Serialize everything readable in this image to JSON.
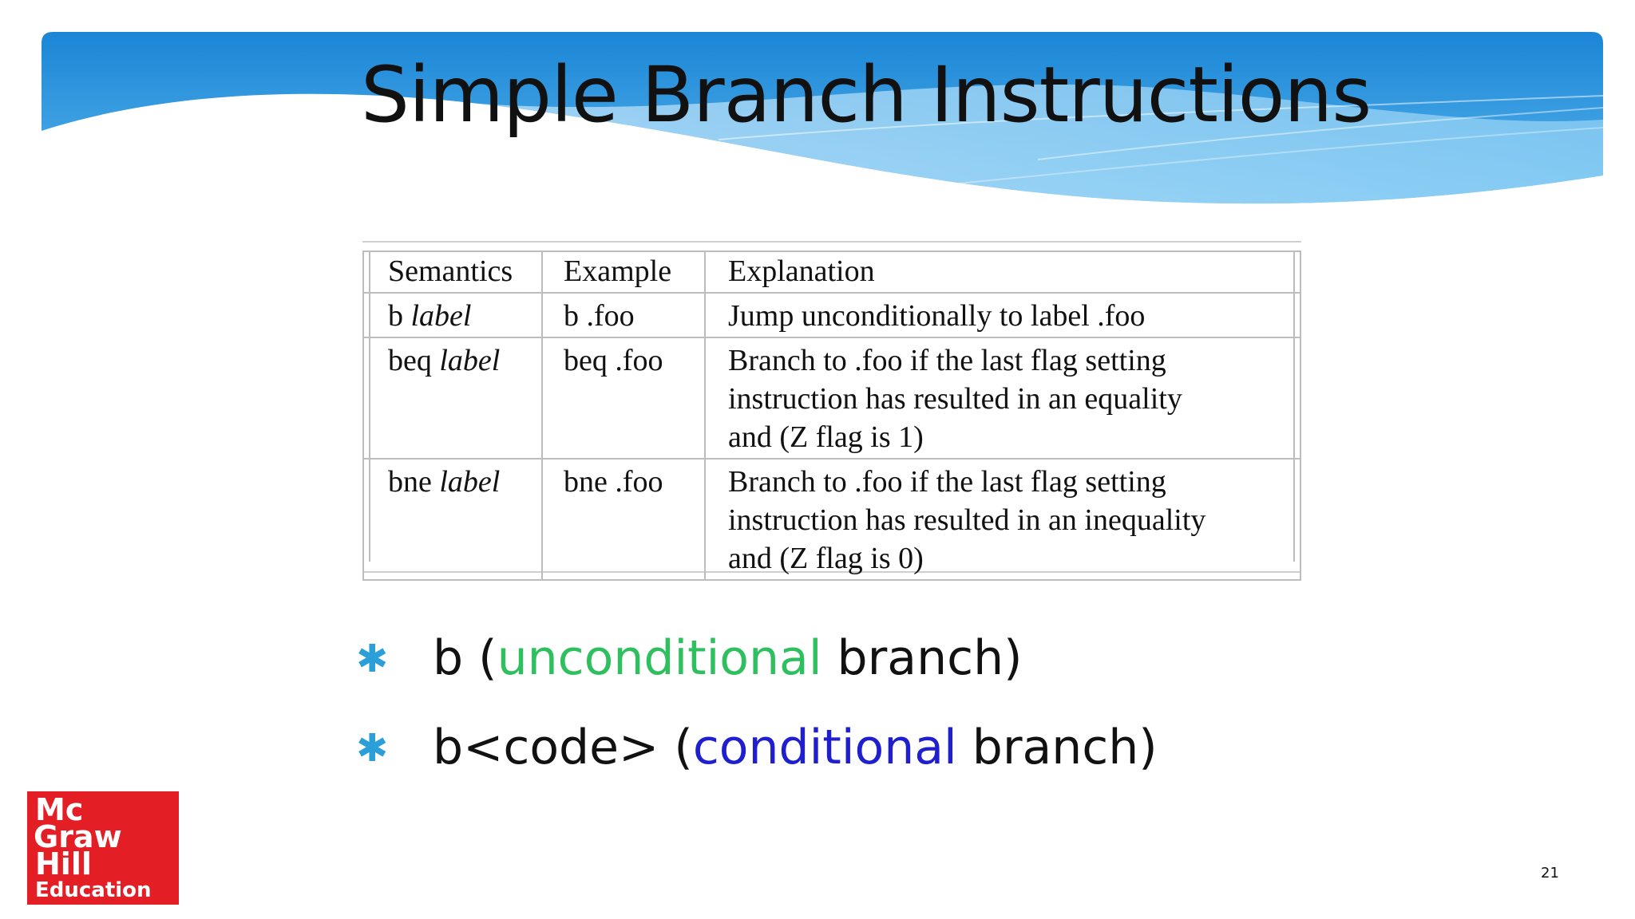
{
  "slide": {
    "title": "Simple Branch Instructions",
    "page_number": "21"
  },
  "table": {
    "headers": [
      "Semantics",
      "Example",
      "Explanation"
    ],
    "rows": [
      {
        "semantics_op": "b",
        "semantics_arg": "label",
        "example": "b .foo",
        "explanation": [
          "Jump unconditionally to label .foo"
        ]
      },
      {
        "semantics_op": "beq",
        "semantics_arg": "label",
        "example": "beq .foo",
        "explanation": [
          "Branch to .foo if the last flag setting",
          "instruction has resulted in an equality",
          "and (Z flag is 1)"
        ]
      },
      {
        "semantics_op": "bne",
        "semantics_arg": "label",
        "example": "bne .foo",
        "explanation": [
          "Branch to .foo if the last flag setting",
          "instruction has resulted in an inequality",
          "and (Z flag is 0)"
        ]
      }
    ]
  },
  "bullets": [
    {
      "prefix": "b (",
      "highlight": "unconditional",
      "suffix": " branch)",
      "highlight_color": "#2ebf5f"
    },
    {
      "prefix": "b<code> (",
      "highlight": "conditional",
      "suffix": " branch)",
      "highlight_color": "#1f1fd0"
    }
  ],
  "logo": {
    "lines": [
      "Mc",
      "Graw",
      "Hill",
      "Education"
    ],
    "color": "#e31e24"
  },
  "colors": {
    "banner_dark": "#1a86d6",
    "banner_light": "#8fd0f5",
    "bullet_star": "#2a9fd8"
  }
}
